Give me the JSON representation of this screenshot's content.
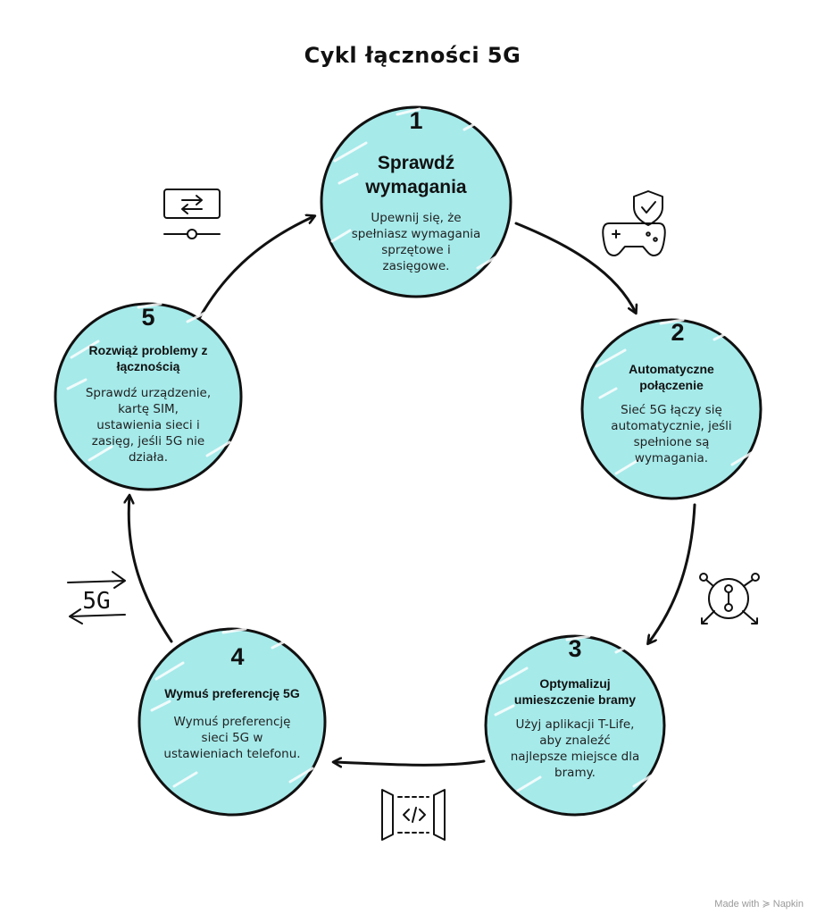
{
  "title": "Cykl łączności 5G",
  "colors": {
    "circle_fill": "#a6eaea",
    "stroke": "#111111",
    "hatch": "#ffffff"
  },
  "steps": [
    {
      "number": "1",
      "heading": "Sprawdź\nwymagania",
      "description": "Upewnij się, że\nspełniasz wymagania\nsprzętowe i\nzasięgowe.",
      "icon": "gamepad-shield-icon"
    },
    {
      "number": "2",
      "heading": "Automatyczne\npołączenie",
      "description": "Sieć 5G łączy się\nautomatycznie, jeśli\nspełnione są\nwymagania.",
      "icon": "network-hub-icon"
    },
    {
      "number": "3",
      "heading": "Optymalizuj\numieszczenie bramy",
      "description": "Użyj aplikacji T-Life,\naby znaleźć\nnajlepsze miejsce dla\nbramy.",
      "icon": "code-tag-icon"
    },
    {
      "number": "4",
      "heading": "Wymuś preferencję 5G",
      "description": "Wymuś preferencję\nsieci 5G w\nustawieniach telefonu.",
      "icon": "5g-arrows-icon"
    },
    {
      "number": "5",
      "heading": "Rozwiąż problemy z\nłącznością",
      "description": "Sprawdź urządzenie,\nkartę SIM,\nustawienia sieci i\nzasięg, jeśli 5G nie\ndziała.",
      "icon": "settings-slider-icon"
    }
  ],
  "icon_label_5g": "5G",
  "footer": "Made with ≽ Napkin"
}
